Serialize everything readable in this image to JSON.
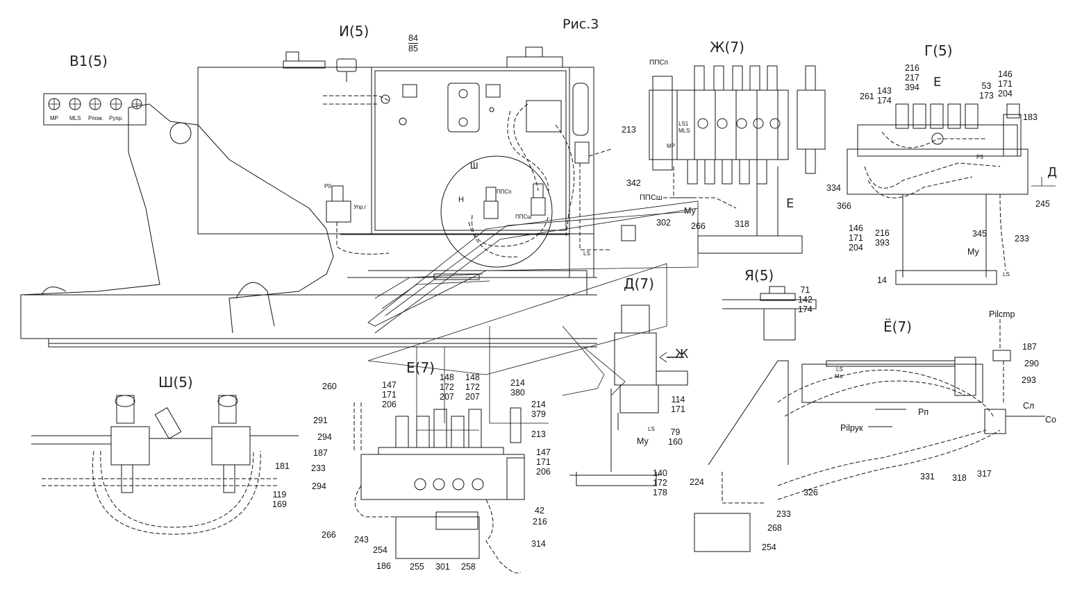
{
  "figure_title": "Рис.3",
  "views": [
    {
      "id": "v1",
      "label": "В1(5)"
    },
    {
      "id": "i",
      "label": "И(5)"
    },
    {
      "id": "zh",
      "label": "Ж(7)"
    },
    {
      "id": "g",
      "label": "Г(5)"
    },
    {
      "id": "ya",
      "label": "Я(5)"
    },
    {
      "id": "d",
      "label": "Д(7)"
    },
    {
      "id": "yo",
      "label": "Ё(7)"
    },
    {
      "id": "e",
      "label": "Е(7)"
    },
    {
      "id": "sh",
      "label": "Ш(5)"
    }
  ],
  "port_labels": [
    "МР",
    "MLS",
    "Рпом.",
    "Рупр."
  ],
  "callouts": {
    "c84_85": [
      "84",
      "85"
    ],
    "sh_marker": "Ш",
    "n_marker": "Н",
    "ppsp": "ППСп",
    "ppsh": "ППСш",
    "upr_g": "Упр.г",
    "zh_ppsp": "ППСп",
    "zh_213": "213",
    "zh_342": "342",
    "zh_ppsh": "ППСш",
    "zh_mu": "Му",
    "zh_302": "302",
    "zh_266": "266",
    "zh_318": "318",
    "zh_e_arrow": "Е",
    "g_261": "261",
    "g_143_174": [
      "143",
      "174"
    ],
    "g_216_217_394": [
      "216",
      "217",
      "394"
    ],
    "g_e_arrow": "Е",
    "g_53_173": [
      "53",
      "173"
    ],
    "g_146_171_204_top": [
      "146",
      "171",
      "204"
    ],
    "g_183": "183",
    "g_d_arrow": "Д",
    "g_334": "334",
    "g_366": "366",
    "g_146_171_204_bottom": [
      "146",
      "171",
      "204"
    ],
    "g_216_393": [
      "216",
      "393"
    ],
    "g_345": "345",
    "g_233": "233",
    "g_245": "245",
    "g_mu": "Му",
    "g_ls": "LS",
    "g_14": "14",
    "ya_71_142_174": [
      "71",
      "142",
      "174"
    ],
    "d_zh_arrow": "Ж",
    "d_114_171": [
      "114",
      "171"
    ],
    "d_79_160": [
      "79",
      "160"
    ],
    "d_mu": "Му",
    "d_ls": "LS",
    "d_140_172_178": [
      "140",
      "172",
      "178"
    ],
    "yo_pilcmp": "Pilcmp",
    "yo_187": "187",
    "yo_290": "290",
    "yo_293": "293",
    "yo_sl": "Сл",
    "yo_so": "Со",
    "yo_pn": "Рп",
    "yo_pilruk": "Pilрук",
    "yo_317": "317",
    "yo_318": "318",
    "yo_331": "331",
    "yo_326": "326",
    "yo_224": "224",
    "yo_233": "233",
    "yo_268": "268",
    "yo_254": "254",
    "e_260": "260",
    "e_147_171_206_top": [
      "147",
      "171",
      "206"
    ],
    "e_148_172_207_a": [
      "148",
      "172",
      "207"
    ],
    "e_148_172_207_b": [
      "148",
      "172",
      "207"
    ],
    "e_214_380": [
      "214",
      "380"
    ],
    "e_214_379": [
      "214",
      "379"
    ],
    "e_213": "213",
    "e_291": "291",
    "e_294_top": "294",
    "e_187": "187",
    "e_233": "233",
    "e_294_bottom": "294",
    "e_147_171_206_right": [
      "147",
      "171",
      "206"
    ],
    "e_42": "42",
    "e_216": "216",
    "e_314": "314",
    "e_266": "266",
    "e_243": "243",
    "e_254": "254",
    "e_186": "186",
    "e_255": "255",
    "e_301": "301",
    "e_258": "258",
    "sh_181": "181",
    "sh_119_169": [
      "119",
      "169"
    ],
    "small_ls": "LS",
    "small_mp": "МР",
    "small_ls1": "LS1",
    "small_mls": "MLS",
    "small_p0": "Р0",
    "small_p3": "Р3",
    "small_ma": "Ма"
  },
  "colors": {
    "ink": "#111111",
    "paper": "#ffffff"
  }
}
